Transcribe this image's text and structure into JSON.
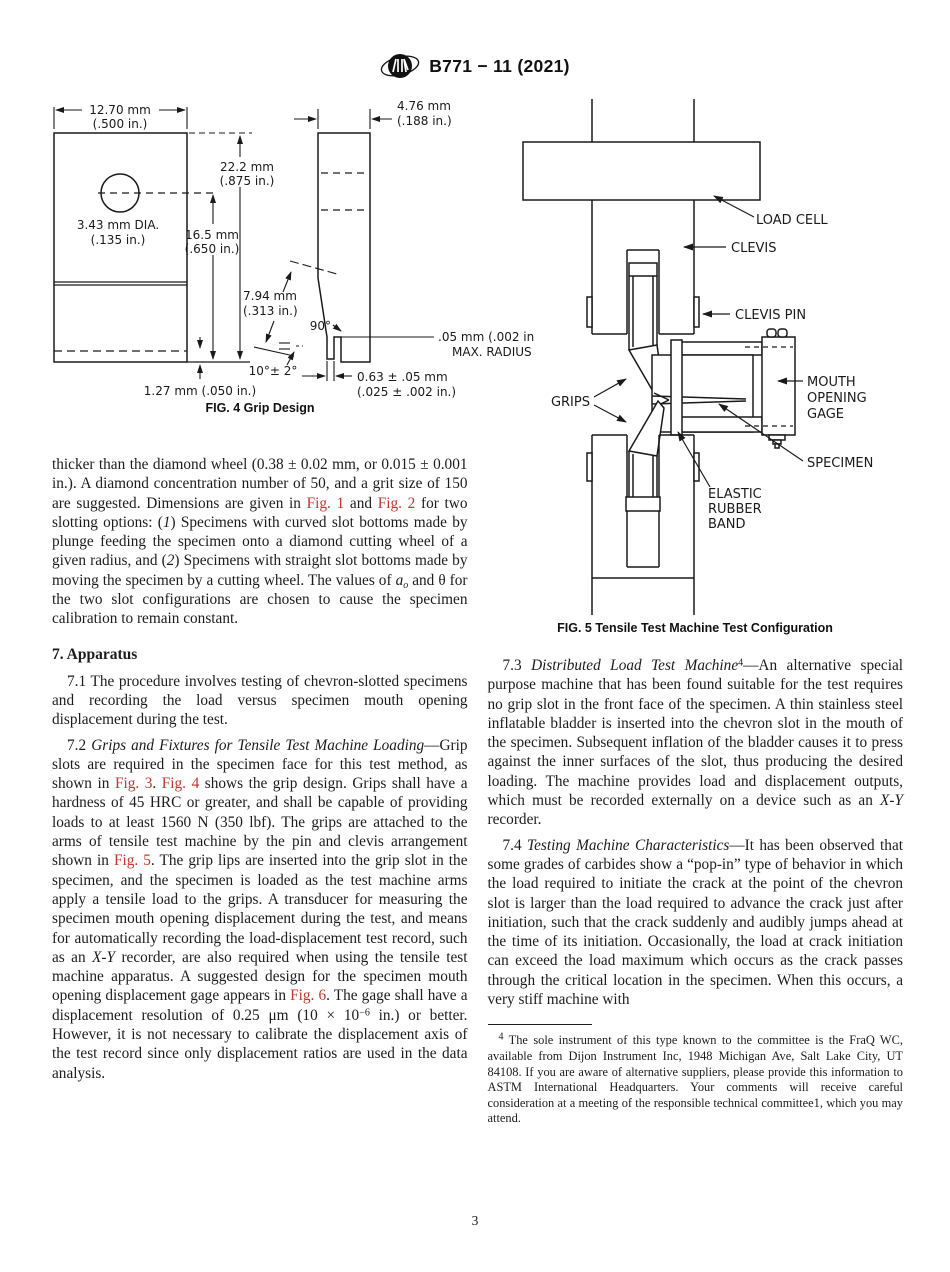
{
  "header": {
    "title": "B771 − 11 (2021)"
  },
  "figures": {
    "fig4": {
      "caption": "FIG. 4  Grip Design",
      "front_width_mm": "12.70 mm",
      "front_width_in": "(.500 in.)",
      "hole_dia_mm": "3.43 mm DIA.",
      "hole_dia_in": "(.135 in.)",
      "height_mm": "22.2 mm",
      "height_in": "(.875 in.)",
      "hole_height_mm": "16.5 mm",
      "hole_height_in": "(.650 in.)",
      "lip_len_mm": "7.94 mm",
      "lip_len_in": "(.313 in.)",
      "base_dim": "1.27 mm (.050 in.)",
      "thickness_mm": "4.76 mm",
      "thickness_in": "(.188 in.)",
      "angle_square": "90°",
      "radius_line1": ".05 mm (.002 in.)",
      "radius_line2": "MAX. RADIUS",
      "angle_lip": "10°± 2°",
      "tip_mm": "0.63 ± .05 mm",
      "tip_in": "(.025 ± .002 in.)"
    },
    "fig5": {
      "caption": "FIG. 5  Tensile Test Machine Test Configuration",
      "load_cell": "LOAD CELL",
      "clevis": "CLEVIS",
      "clevis_pin": "CLEVIS PIN",
      "grips": "GRIPS",
      "mouth_1": "MOUTH",
      "mouth_2": "OPENING",
      "mouth_3": "GAGE",
      "specimen": "SPECIMEN",
      "band_1": "ELASTIC",
      "band_2": "RUBBER",
      "band_3": "BAND"
    }
  },
  "content": {
    "left": {
      "p_cont": [
        {
          "t": "thicker than the diamond wheel (0.38 ± 0.02 mm, or 0.015 ± 0.001 in.). A diamond concentration number of 50, and a grit size of 150 are suggested. Dimensions are given in "
        },
        {
          "t": "Fig. 1",
          "c": "ref"
        },
        {
          "t": " and "
        },
        {
          "t": "Fig. 2",
          "c": "ref"
        },
        {
          "t": " for two slotting options: ("
        },
        {
          "t": "1",
          "c": "it"
        },
        {
          "t": ") Specimens with curved slot bottoms made by plunge feeding the specimen onto a diamond cutting wheel of a given radius, and ("
        },
        {
          "t": "2",
          "c": "it"
        },
        {
          "t": ") Specimens with straight slot bottoms made by moving the specimen by a cutting wheel. The values of "
        },
        {
          "t": "a",
          "c": "it"
        },
        {
          "t": "o",
          "c": "sub"
        },
        {
          "t": " and θ for the two slot configurations are chosen to cause the specimen calibration to remain constant."
        }
      ],
      "heading": "7. Apparatus",
      "p71": [
        {
          "t": "7.1  The procedure involves testing of chevron-slotted specimens and recording the load versus specimen mouth opening displacement during the test."
        }
      ],
      "p72": [
        {
          "t": "7.2 "
        },
        {
          "t": "Grips and Fixtures for Tensile Test Machine Loading",
          "c": "it"
        },
        {
          "t": "—Grip slots are required in the specimen face for this test method, as shown in "
        },
        {
          "t": "Fig. 3",
          "c": "ref"
        },
        {
          "t": ". "
        },
        {
          "t": "Fig. 4",
          "c": "ref"
        },
        {
          "t": " shows the grip design. Grips shall have a hardness of 45 HRC or greater, and shall be capable of providing loads to at least 1560 N (350 lbf). The grips are attached to the arms of tensile test machine by the pin and clevis arrangement shown in "
        },
        {
          "t": "Fig. 5",
          "c": "ref"
        },
        {
          "t": ". The grip lips are inserted into the grip slot in the specimen, and the specimen is loaded as the test machine arms apply a tensile load to the grips. A transducer for measuring the specimen mouth opening displacement during the test, and means for automatically recording the load-displacement test record, such as an "
        },
        {
          "t": "X-Y",
          "c": "it"
        },
        {
          "t": " recorder, are also required when using the tensile test machine apparatus. A suggested design for the specimen mouth opening displacement gage appears in "
        },
        {
          "t": "Fig. 6",
          "c": "ref"
        },
        {
          "t": ". The gage shall have a displacement resolution of 0.25 μm (10 × 10"
        },
        {
          "t": "−6",
          "c": "sup"
        },
        {
          "t": " in.) or better. However, it is not necessary to calibrate the displacement axis of the test record since only displacement ratios are used in the data analysis."
        }
      ]
    },
    "right": {
      "p73": [
        {
          "t": "7.3 "
        },
        {
          "t": "Distributed Load Test Machine",
          "c": "it"
        },
        {
          "t": "4",
          "c": "sup"
        },
        {
          "t": "—An alternative special purpose machine that has been found suitable for the test requires no grip slot in the front face of the specimen. A thin stainless steel inflatable bladder is inserted into the chevron slot in the mouth of the specimen. Subsequent inflation of the bladder causes it to press against the inner surfaces of the slot, thus producing the desired loading. The machine provides load and displacement outputs, which must be recorded externally on a device such as an "
        },
        {
          "t": "X-Y",
          "c": "it"
        },
        {
          "t": " recorder."
        }
      ],
      "p74": [
        {
          "t": "7.4 "
        },
        {
          "t": "Testing Machine Characteristics",
          "c": "it"
        },
        {
          "t": "—It has been observed that some grades of carbides show a “pop-in” type of behavior in which the load required to initiate the crack at the point of the chevron slot is larger than the load required to advance the crack just after initiation, such that the crack suddenly and audibly jumps ahead at the time of its initiation. Occasionally, the load at crack initiation can exceed the load maximum which occurs as the crack passes through the critical location in the specimen. When this occurs, a very stiff machine with"
        }
      ],
      "footnote": [
        {
          "t": "4",
          "c": "sup"
        },
        {
          "t": " The sole instrument of this type known to the committee is the FraQ WC, available from Dijon Instrument Inc, 1948 Michigan Ave, Salt Lake City, UT 84108. If you are aware of alternative suppliers, please provide this information to ASTM International Headquarters. Your comments will receive careful consideration at a meeting of the responsible technical committee1, which you may attend."
        }
      ]
    }
  },
  "page_number": "3"
}
